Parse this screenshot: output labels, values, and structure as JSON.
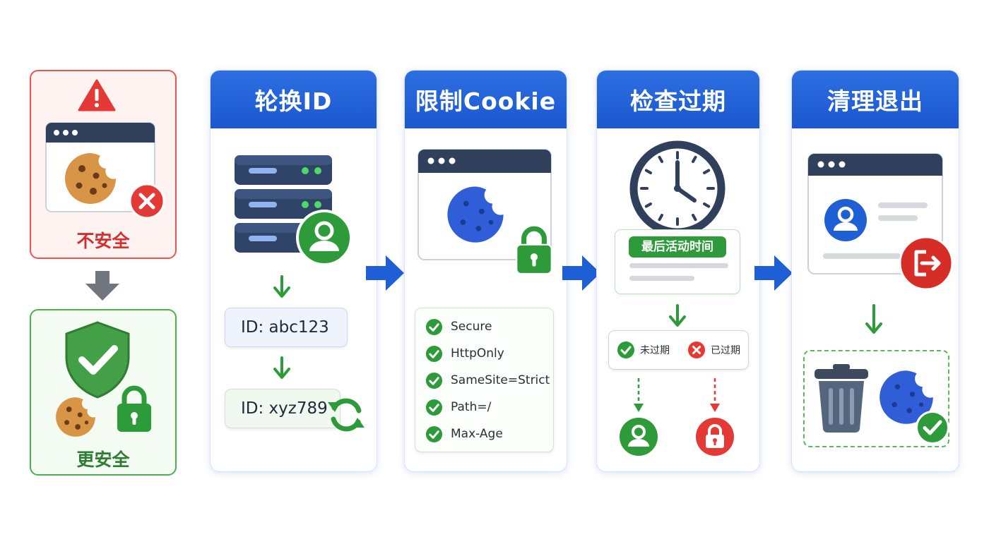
{
  "comparison": {
    "unsafe_label": "不安全",
    "safe_label": "更安全"
  },
  "steps": [
    {
      "title": "轮换ID",
      "id_before": "ID: abc123",
      "id_after": "ID: xyz789"
    },
    {
      "title": "限制Cookie",
      "attributes": [
        "Secure",
        "HttpOnly",
        "SameSite=Strict",
        "Path=/",
        "Max-Age"
      ]
    },
    {
      "title": "检查过期",
      "activity_label": "最后活动时间",
      "not_expired": "未过期",
      "expired": "已过期"
    },
    {
      "title": "清理退出"
    }
  ],
  "icons": {
    "warning": "warning-icon",
    "error": "close-circle-icon",
    "shield": "shield-check-icon",
    "lock": "lock-icon",
    "server": "server-icon",
    "user": "user-icon",
    "refresh": "refresh-icon",
    "clock": "clock-icon",
    "logout": "logout-icon",
    "trash": "trash-icon",
    "check": "check-circle-icon"
  },
  "colors": {
    "header_blue": "#1f5fd6",
    "danger_red": "#d32f2f",
    "success_green": "#2e9b3a",
    "cookie_blue": "#2f5ed8",
    "cookie_brown": "#d99546"
  }
}
